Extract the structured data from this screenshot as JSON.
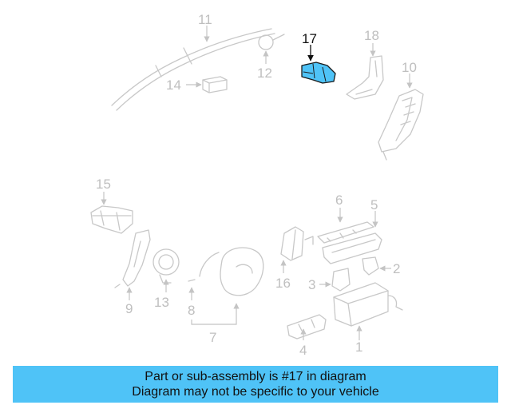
{
  "callouts": {
    "c1": "1",
    "c2": "2",
    "c3": "3",
    "c4": "4",
    "c5": "5",
    "c6": "6",
    "c7": "7",
    "c8": "8",
    "c9": "9",
    "c10": "10",
    "c11": "11",
    "c12": "12",
    "c13": "13",
    "c14": "14",
    "c15": "15",
    "c16": "16",
    "c17": "17",
    "c18": "18"
  },
  "highlight": {
    "part_number": "17",
    "color": "#4fc3f7"
  },
  "banner": {
    "line1": "Part or sub-assembly is #17 in diagram",
    "line2": "Diagram may not be specific to your vehicle",
    "background": "#4fc3f7"
  }
}
